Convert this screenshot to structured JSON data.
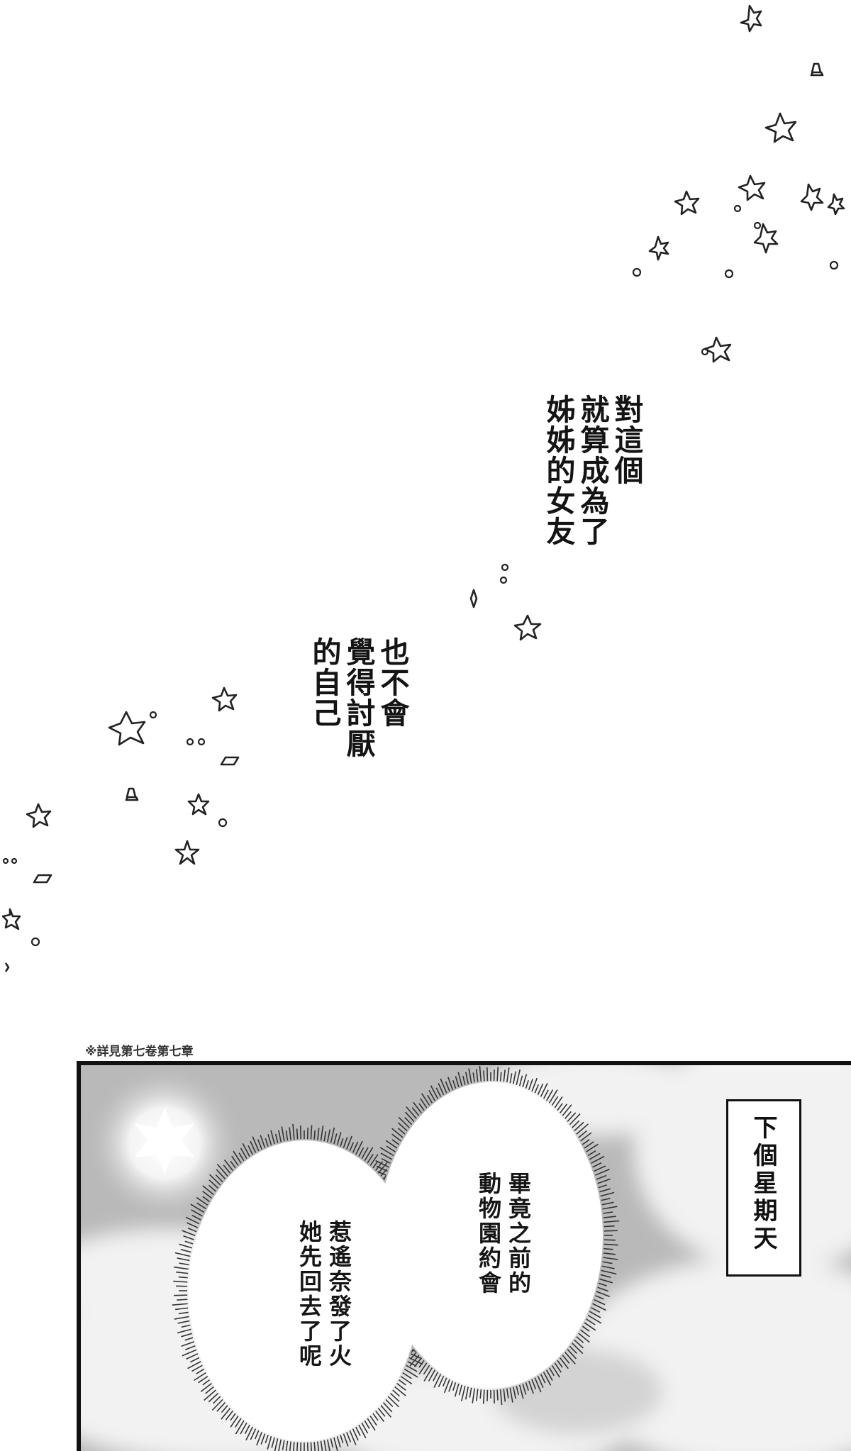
{
  "narration": {
    "block1": [
      "對這個",
      "就算成為了",
      "姊姊的女友"
    ],
    "block2": [
      "也不會",
      "覺得討厭",
      "的自己"
    ]
  },
  "footnote": "※詳見第七卷第七章",
  "panel": {
    "caption": "下個星期天",
    "bubble_right": [
      "畢竟之前的",
      "動物園約會"
    ],
    "bubble_left": [
      "惹遙奈發了火",
      "她先回去了呢"
    ]
  }
}
